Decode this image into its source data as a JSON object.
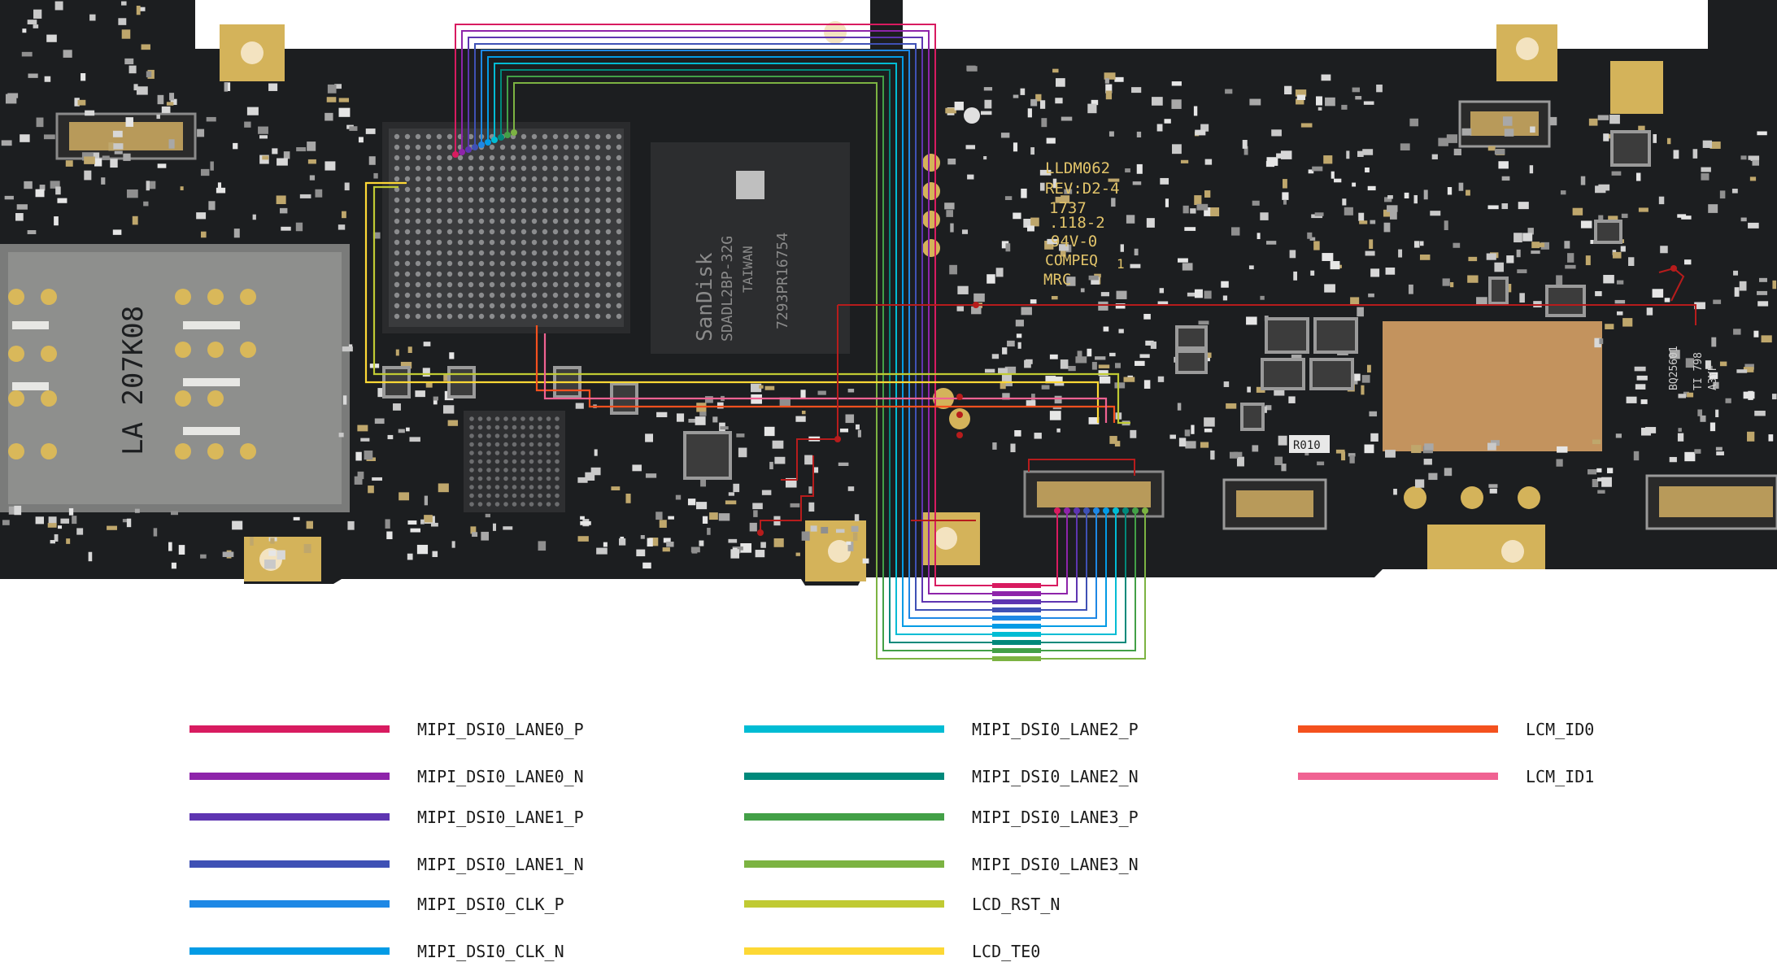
{
  "board": {
    "silkscreen": {
      "line1": "LLDM062",
      "line2": "REV:D2-4",
      "line3": "1737",
      "line4": ".118-2",
      "line5": "94V-0",
      "line6": "COMPEQ",
      "line6b": "1",
      "line7": "MRC"
    },
    "sim_label": "LA 207K08",
    "flash_chip": {
      "brand": "SanDisk",
      "part": "SDADL2BP-32G",
      "country": "TAIWAN",
      "code": "7293PR16754"
    },
    "bq_chip": "BQ25601",
    "ti_chip": "TI 798",
    "ti_chip2": "A3YF",
    "resistor_label": "R010",
    "colors": {
      "pcb": "#1c1e20",
      "pad": "#c8b07a",
      "gold": "#d4b35a",
      "silk": "#e2c46a"
    }
  },
  "legend": {
    "columns": [
      [
        {
          "label": "MIPI_DSI0_LANE0_P",
          "color": "#d81b60"
        },
        {
          "label": "MIPI_DSI0_LANE0_N",
          "color": "#8e24aa"
        },
        {
          "label": "MIPI_DSI0_LANE1_P",
          "color": "#5e35b1"
        },
        {
          "label": "MIPI_DSI0_LANE1_N",
          "color": "#3f51b5"
        },
        {
          "label": "MIPI_DSI0_CLK_P",
          "color": "#1e88e5"
        },
        {
          "label": "MIPI_DSI0_CLK_N",
          "color": "#039be5"
        }
      ],
      [
        {
          "label": "MIPI_DSI0_LANE2_P",
          "color": "#00bcd4"
        },
        {
          "label": "MIPI_DSI0_LANE2_N",
          "color": "#00897b"
        },
        {
          "label": "MIPI_DSI0_LANE3_P",
          "color": "#43a047"
        },
        {
          "label": "MIPI_DSI0_LANE3_N",
          "color": "#7cb342"
        },
        {
          "label": "LCD_RST_N",
          "color": "#c0ca33"
        },
        {
          "label": "LCD_TE0",
          "color": "#fdd835"
        }
      ],
      [
        {
          "label": "LCM_ID0",
          "color": "#f4511e"
        },
        {
          "label": "LCM_ID1",
          "color": "#f06292"
        }
      ]
    ]
  }
}
